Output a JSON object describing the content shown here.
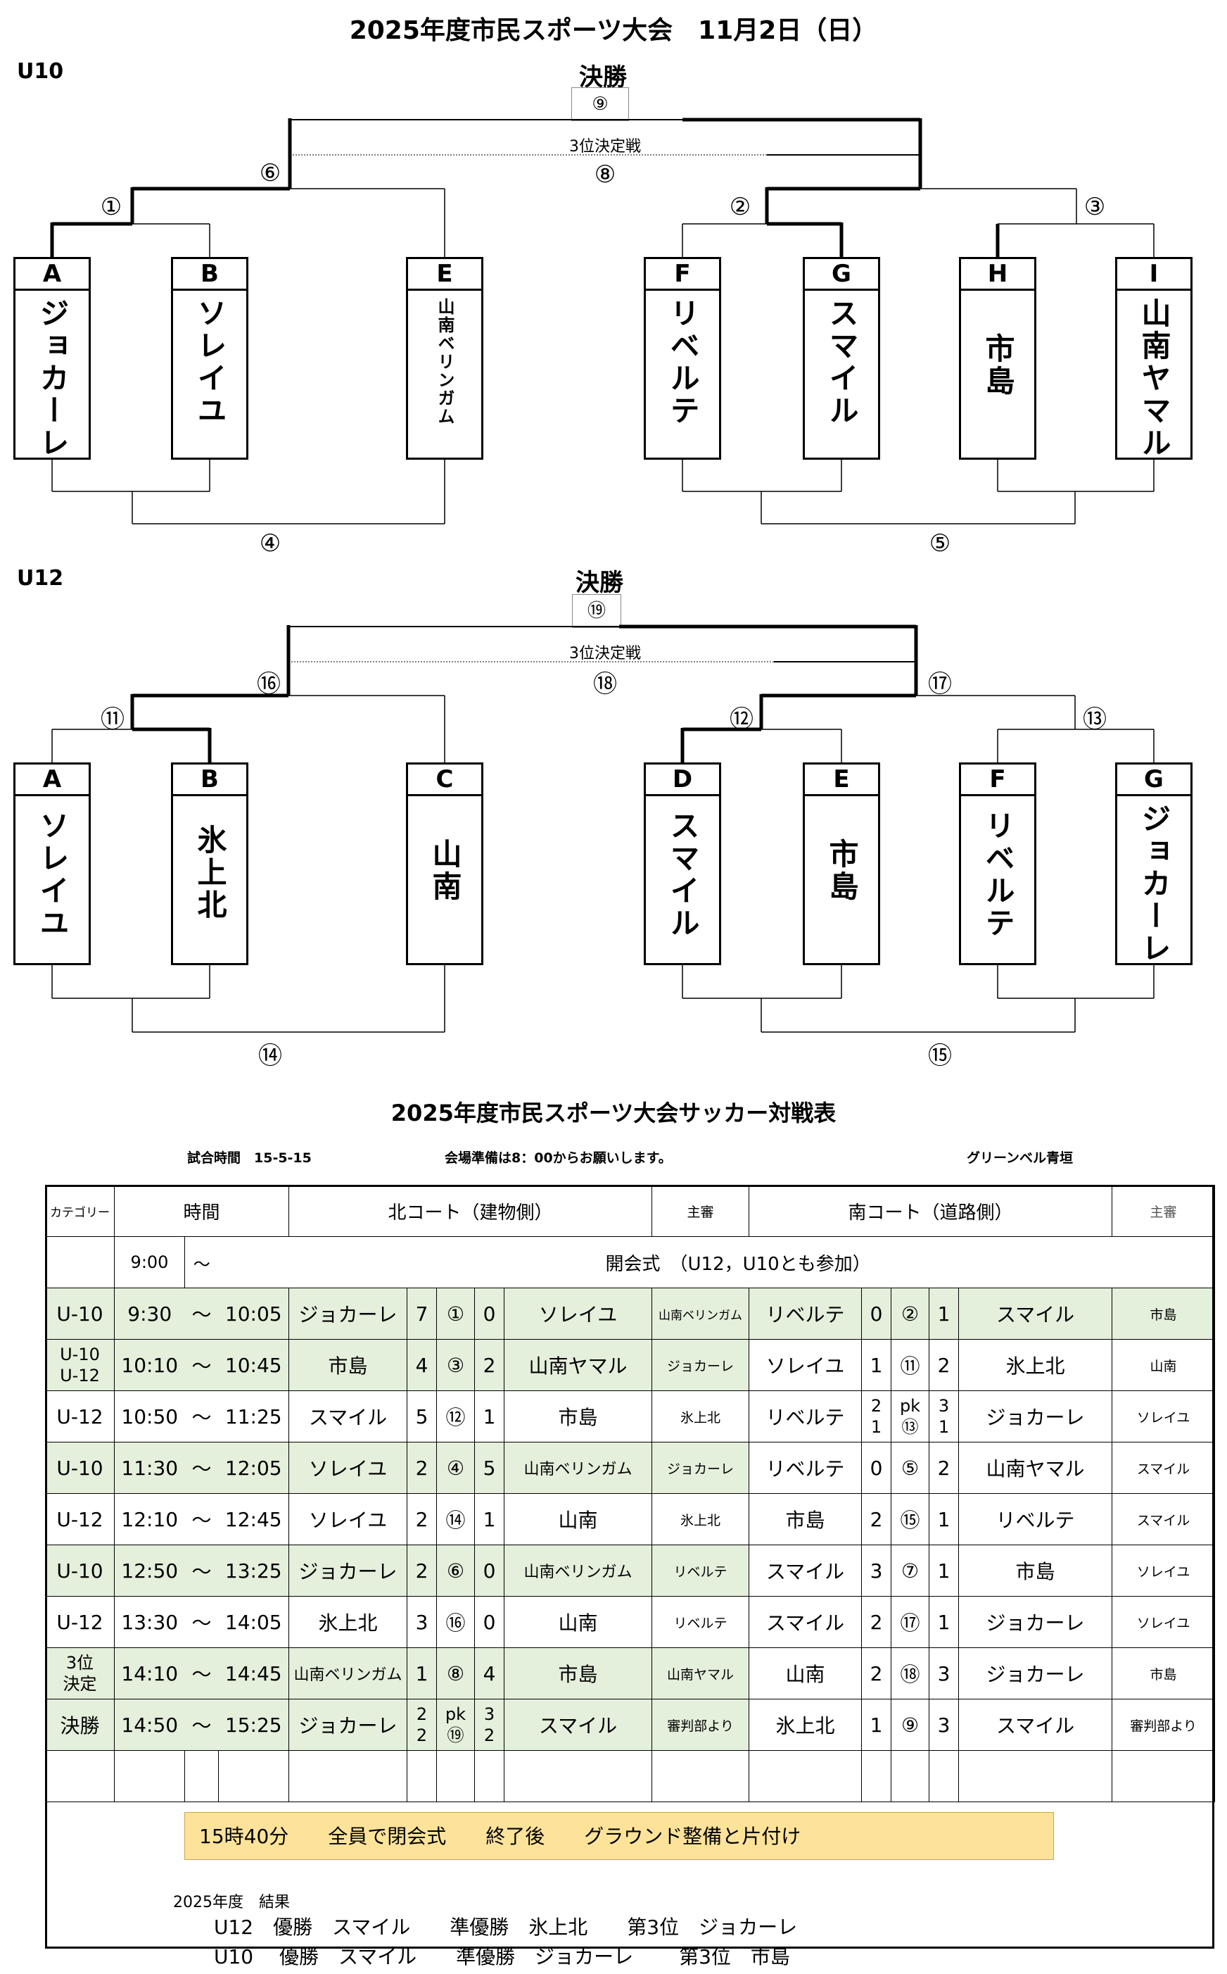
{
  "header": {
    "title": "2025年度市民スポーツ大会　11月2日（日）"
  },
  "u10": {
    "category": "U10",
    "final_label": "決勝",
    "final_num": "⑨",
    "third_label": "3位決定戦",
    "third_num": "⑧",
    "nums": {
      "n1": "①",
      "n2": "②",
      "n3": "③",
      "n4": "④",
      "n5": "⑤",
      "n6": "⑥"
    },
    "teams": [
      {
        "letter": "A",
        "name": "ジョカーレ"
      },
      {
        "letter": "B",
        "name": "ソレイユ"
      },
      {
        "letter": "E",
        "name": "山南ベリンガム"
      },
      {
        "letter": "F",
        "name": "リベルテ"
      },
      {
        "letter": "G",
        "name": "スマイル"
      },
      {
        "letter": "H",
        "name": "市島"
      },
      {
        "letter": "I",
        "name": "山南ヤマル"
      }
    ]
  },
  "u12": {
    "category": "U12",
    "final_label": "決勝",
    "final_num": "⑲",
    "third_label": "3位決定戦",
    "third_num": "⑱",
    "nums": {
      "n11": "⑪",
      "n12": "⑫",
      "n13": "⑬",
      "n14": "⑭",
      "n15": "⑮",
      "n16": "⑯",
      "n17": "⑰"
    },
    "teams": [
      {
        "letter": "A",
        "name": "ソレイユ"
      },
      {
        "letter": "B",
        "name": "氷上北"
      },
      {
        "letter": "C",
        "name": "山南"
      },
      {
        "letter": "D",
        "name": "スマイル"
      },
      {
        "letter": "E",
        "name": "市島"
      },
      {
        "letter": "F",
        "name": "リベルテ"
      },
      {
        "letter": "G",
        "name": "ジョカーレ"
      }
    ]
  },
  "schedule": {
    "title": "2025年度市民スポーツ大会サッカー対戦表",
    "match_time": "試合時間　15-5-15",
    "setup_note": "会場準備は8：00からお願いします。",
    "venue": "グリーンベル青垣",
    "headers": {
      "category": "カテゴリー",
      "time": "時間",
      "north": "北コート（建物側）",
      "referee": "主審",
      "south": "南コート（道路側）",
      "referee2": "主審"
    },
    "opening": {
      "time": "9:00",
      "tilde": "〜",
      "text": "開会式　（U12，U10とも参加）"
    },
    "rows": [
      {
        "cat": "U-10",
        "start": "9:30",
        "tilde": "〜",
        "end": "10:05",
        "nt1": "ジョカーレ",
        "ns1": "7",
        "nm": "①",
        "ns2": "0",
        "nt2": "ソレイユ",
        "nref": "山南ベリンガム",
        "st1": "リベルテ",
        "ss1": "0",
        "sm": "②",
        "ss2": "1",
        "st2": "スマイル",
        "sref": "市島"
      },
      {
        "cat": "U-10\nU-12",
        "start": "10:10",
        "tilde": "〜",
        "end": "10:45",
        "nt1": "市島",
        "ns1": "4",
        "nm": "③",
        "ns2": "2",
        "nt2": "山南ヤマル",
        "nref": "ジョカーレ",
        "st1": "ソレイユ",
        "ss1": "1",
        "sm": "⑪",
        "ss2": "2",
        "st2": "氷上北",
        "sref": "山南"
      },
      {
        "cat": "U-12",
        "start": "10:50",
        "tilde": "〜",
        "end": "11:25",
        "nt1": "スマイル",
        "ns1": "5",
        "nm": "⑫",
        "ns2": "1",
        "nt2": "市島",
        "nref": "氷上北",
        "st1": "リベルテ",
        "ss1": "2\n1",
        "sm": "pk\n⑬",
        "ss2": "3\n1",
        "st2": "ジョカーレ",
        "sref": "ソレイユ"
      },
      {
        "cat": "U-10",
        "start": "11:30",
        "tilde": "〜",
        "end": "12:05",
        "nt1": "ソレイユ",
        "ns1": "2",
        "nm": "④",
        "ns2": "5",
        "nt2": "山南ベリンガム",
        "nref": "ジョカーレ",
        "st1": "リベルテ",
        "ss1": "0",
        "sm": "⑤",
        "ss2": "2",
        "st2": "山南ヤマル",
        "sref": "スマイル"
      },
      {
        "cat": "U-12",
        "start": "12:10",
        "tilde": "〜",
        "end": "12:45",
        "nt1": "ソレイユ",
        "ns1": "2",
        "nm": "⑭",
        "ns2": "1",
        "nt2": "山南",
        "nref": "氷上北",
        "st1": "市島",
        "ss1": "2",
        "sm": "⑮",
        "ss2": "1",
        "st2": "リベルテ",
        "sref": "スマイル"
      },
      {
        "cat": "U-10",
        "start": "12:50",
        "tilde": "〜",
        "end": "13:25",
        "nt1": "ジョカーレ",
        "ns1": "2",
        "nm": "⑥",
        "ns2": "0",
        "nt2": "山南ベリンガム",
        "nref": "リベルテ",
        "st1": "スマイル",
        "ss1": "3",
        "sm": "⑦",
        "ss2": "1",
        "st2": "市島",
        "sref": "ソレイユ"
      },
      {
        "cat": "U-12",
        "start": "13:30",
        "tilde": "〜",
        "end": "14:05",
        "nt1": "氷上北",
        "ns1": "3",
        "nm": "⑯",
        "ns2": "0",
        "nt2": "山南",
        "nref": "リベルテ",
        "st1": "スマイル",
        "ss1": "2",
        "sm": "⑰",
        "ss2": "1",
        "st2": "ジョカーレ",
        "sref": "ソレイユ"
      },
      {
        "cat": "3位\n決定",
        "start": "14:10",
        "tilde": "〜",
        "end": "14:45",
        "nt1": "山南ベリンガム",
        "ns1": "1",
        "nm": "⑧",
        "ns2": "4",
        "nt2": "市島",
        "nref": "山南ヤマル",
        "st1": "山南",
        "ss1": "2",
        "sm": "⑱",
        "ss2": "3",
        "st2": "ジョカーレ",
        "sref": "市島"
      },
      {
        "cat": "決勝",
        "start": "14:50",
        "tilde": "〜",
        "end": "15:25",
        "nt1": "ジョカーレ",
        "ns1": "2\n2",
        "nm": "pk\n⑲",
        "ns2": "3\n2",
        "nt2": "スマイル",
        "nref": "審判部より",
        "st1": "氷上北",
        "ss1": "1",
        "sm": "⑨",
        "ss2": "3",
        "st2": "スマイル",
        "sref": "審判部より"
      }
    ],
    "note": "15時40分　　全員で閉会式　　終了後　　グラウンド整備と片付け"
  },
  "results": {
    "label": "2025年度　結果",
    "u12": "U12　優勝　スマイル　　準優勝　氷上北　　第3位　ジョカーレ",
    "u10": "U10　 優勝　スマイル　　準優勝　ジョカーレ　　 第3位　市島"
  }
}
